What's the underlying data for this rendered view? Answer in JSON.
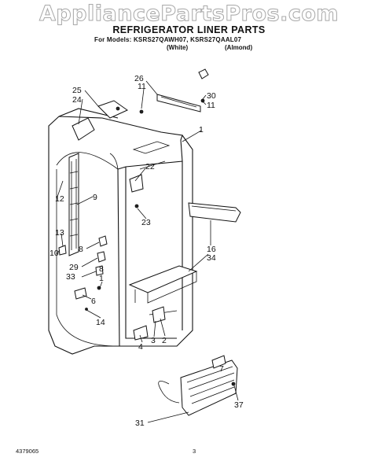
{
  "watermark": "AppliancePartsPros.com",
  "header": {
    "title": "REFRIGERATOR LINER PARTS",
    "models_line": "For Models: KSRS27QAWH07, KSRS27QAAL07",
    "variant_white": "(White)",
    "variant_almond": "(Almond)"
  },
  "callouts": [
    "26",
    "11",
    "30",
    "11",
    "25",
    "24",
    "1",
    "22",
    "12",
    "9",
    "23",
    "13",
    "10",
    "16",
    "34",
    "8",
    "29",
    "33",
    "8",
    "1",
    "6",
    "14",
    "4",
    "3",
    "2",
    "31",
    "37",
    "7"
  ],
  "footer": {
    "doc_number": "4379065",
    "page_number": "3"
  }
}
